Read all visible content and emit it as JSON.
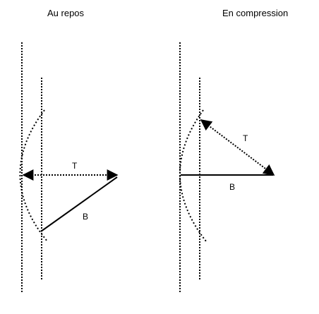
{
  "panels": [
    {
      "title": "Au repos",
      "labels": {
        "t": "T",
        "b": "B"
      }
    },
    {
      "title": "En compression",
      "labels": {
        "t": "T",
        "b": "B"
      }
    }
  ],
  "colors": {
    "line": "#000000",
    "background": "#ffffff"
  }
}
